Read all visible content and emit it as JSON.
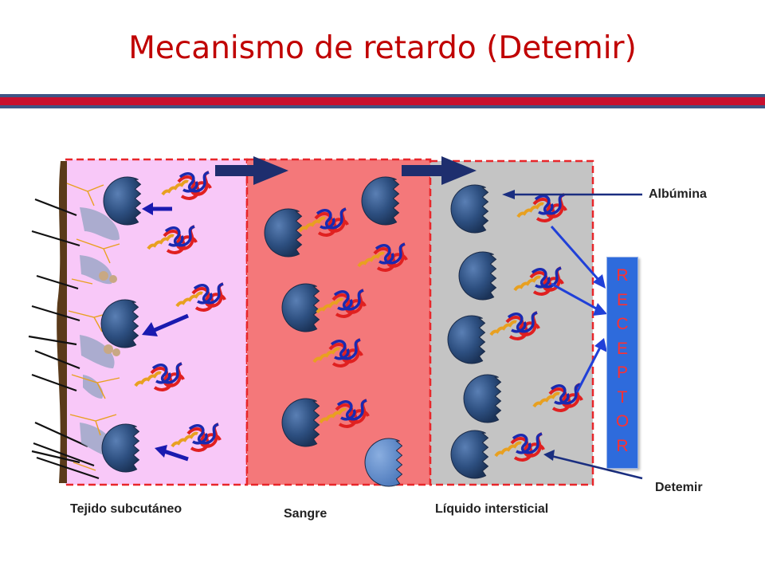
{
  "title": "Mecanismo de retardo (Detemir)",
  "labels": {
    "albumina": "Albúmina",
    "detemir": "Detemir",
    "tejido": "Tejido subcutáneo",
    "sangre": "Sangre",
    "liquido": "Líquido intersticial"
  },
  "receptor": {
    "letters": [
      "R",
      "E",
      "C",
      "E",
      "P",
      "T",
      "O",
      "R"
    ]
  },
  "colors": {
    "title": "#c00000",
    "tissue_bg": "#f8c8f8",
    "blood_bg": "#f4787a",
    "interstitial_bg": "#c4c4c4",
    "dashed_border": "#e8262a",
    "albumin": "#2d4f80",
    "arrow_blue": "#1a1ab0",
    "flow_arrow": "#1e2e6e",
    "receptor_bg": "#2e6bdc",
    "receptor_text": "#ff3030"
  }
}
